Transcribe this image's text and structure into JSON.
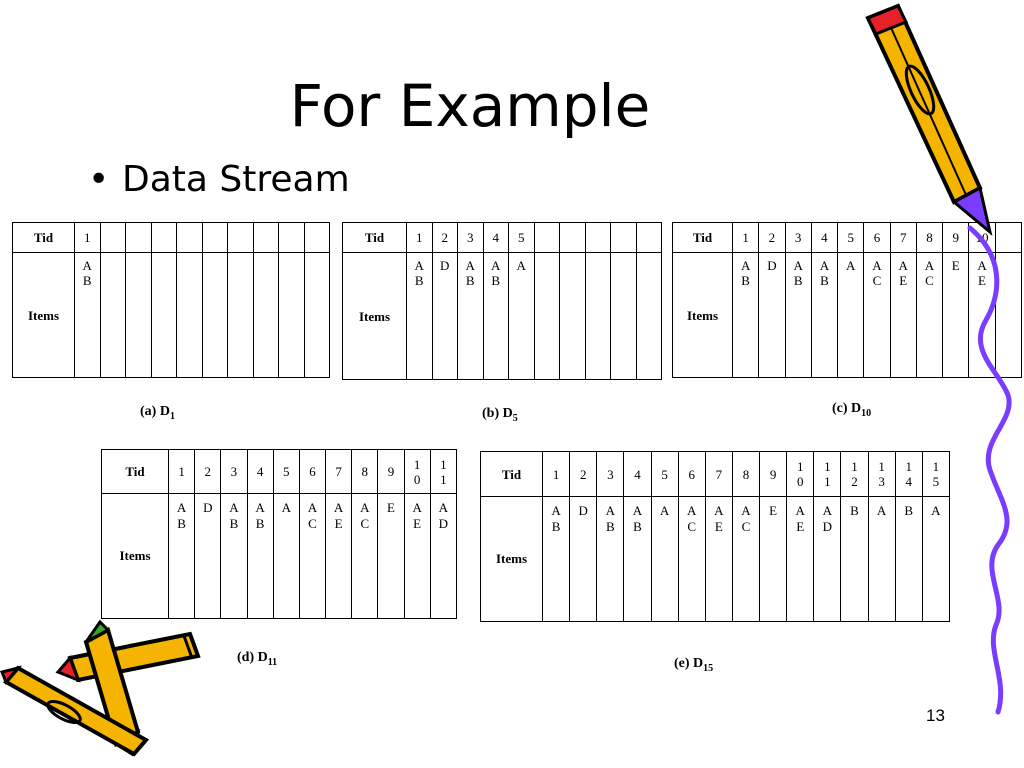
{
  "slide": {
    "title": "For Example",
    "bullet": "Data Stream",
    "bullet_marker": "•",
    "page_number": "13"
  },
  "labels": {
    "tid": "Tid",
    "items": "Items"
  },
  "tables": [
    {
      "id": "d1",
      "tids": [
        "1",
        "",
        "",
        "",
        "",
        "",
        "",
        "",
        "",
        ""
      ],
      "items": [
        "A\nB",
        "",
        "",
        "",
        "",
        "",
        "",
        "",
        "",
        ""
      ],
      "caption_prefix": "(a)  D",
      "caption_sub": "1"
    },
    {
      "id": "d5",
      "tids": [
        "1",
        "2",
        "3",
        "4",
        "5",
        "",
        "",
        "",
        "",
        ""
      ],
      "items": [
        "A\nB",
        "D",
        "A\nB",
        "A\nB",
        "A",
        "",
        "",
        "",
        "",
        ""
      ],
      "caption_prefix": "(b)  D",
      "caption_sub": "5"
    },
    {
      "id": "d10",
      "tids": [
        "1",
        "2",
        "3",
        "4",
        "5",
        "6",
        "7",
        "8",
        "9",
        "10",
        ""
      ],
      "items": [
        "A\nB",
        "D",
        "A\nB",
        "A\nB",
        "A",
        "A\nC",
        "A\nE",
        "A\nC",
        "E",
        "A\nE",
        ""
      ],
      "caption_prefix": "(c)  D",
      "caption_sub": "10"
    },
    {
      "id": "d11",
      "tids": [
        "1",
        "2",
        "3",
        "4",
        "5",
        "6",
        "7",
        "8",
        "9",
        "1\n0",
        "1\n1"
      ],
      "items": [
        "A\nB",
        "D",
        "A\nB",
        "A\nB",
        "A",
        "A\nC",
        "A\nE",
        "A\nC",
        "E",
        "A\nE",
        "A\nD"
      ],
      "caption_prefix": "(d)  D",
      "caption_sub": "11"
    },
    {
      "id": "d15",
      "tids": [
        "1",
        "2",
        "3",
        "4",
        "5",
        "6",
        "7",
        "8",
        "9",
        "1\n0",
        "1\n1",
        "1\n2",
        "1\n3",
        "1\n4",
        "1\n5"
      ],
      "items": [
        "A\nB",
        "D",
        "A\nB",
        "A\nB",
        "A",
        "A\nC",
        "A\nE",
        "A\nC",
        "E",
        "A\nE",
        "A\nD",
        "B",
        "A",
        "B",
        "A"
      ],
      "caption_prefix": "(e)  D",
      "caption_sub": "15"
    }
  ],
  "decor": {
    "pencil_body": "#f5b400",
    "pencil_outline": "#000000",
    "pencil_tip_purple": "#7a3cff",
    "squiggle": "#7a3cff",
    "eraser_red": "#e8202a",
    "eraser_green": "#2eaa2e",
    "icons": [
      "pencil-icon",
      "crossed-pencils-icon"
    ]
  }
}
